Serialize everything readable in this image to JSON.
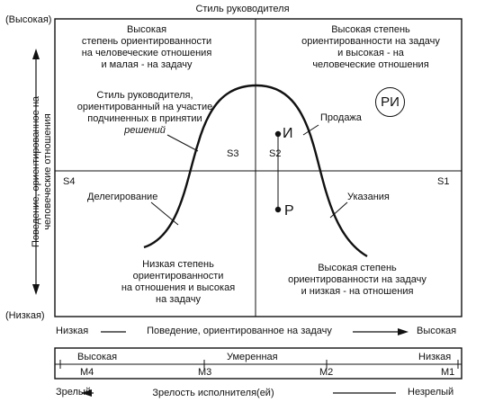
{
  "title": "Стиль руководителя",
  "y_axis": {
    "high": "(Высокая)",
    "low": "(Низкая)",
    "label_line1": "Поведение, ориентированное на",
    "label_line2": "человеческие отношения"
  },
  "x_axis": {
    "low": "Низкая",
    "high": "Высокая",
    "label": "Поведение, ориентированное на задачу"
  },
  "quadrants": {
    "top_left": [
      "Высокая",
      "степень ориентированности",
      "на человеческие отношения",
      "и малая - на задачу"
    ],
    "top_right": [
      "Высокая степень",
      "ориентированности на задачу",
      "и высокая - на",
      "человеческие отношения"
    ],
    "bottom_left": [
      "Низкая степень",
      "ориентированности",
      "на отношения и высокая",
      "на задачу"
    ],
    "bottom_right": [
      "Высокая степень",
      "ориентированности на задачу",
      "и низкая - на отношения"
    ]
  },
  "curve_callout": [
    "Стиль руководителя,",
    "ориентированный на участие",
    "подчиненных в принятии",
    "решений"
  ],
  "styles": {
    "S1": "S1",
    "S2": "S2",
    "S3": "S3",
    "S4": "S4",
    "delegating": "Делегирование",
    "selling": "Продажа",
    "telling": "Указания"
  },
  "badge": "РИ",
  "points": {
    "upper": "И",
    "lower": "Р"
  },
  "maturity": {
    "levels": [
      "Высокая",
      "Умеренная",
      "Низкая"
    ],
    "stages": [
      "M4",
      "M3",
      "M2",
      "M1"
    ],
    "mature": "Зрелый",
    "immature": "Незрелый",
    "label": "Зрелость исполнителя(ей)"
  }
}
